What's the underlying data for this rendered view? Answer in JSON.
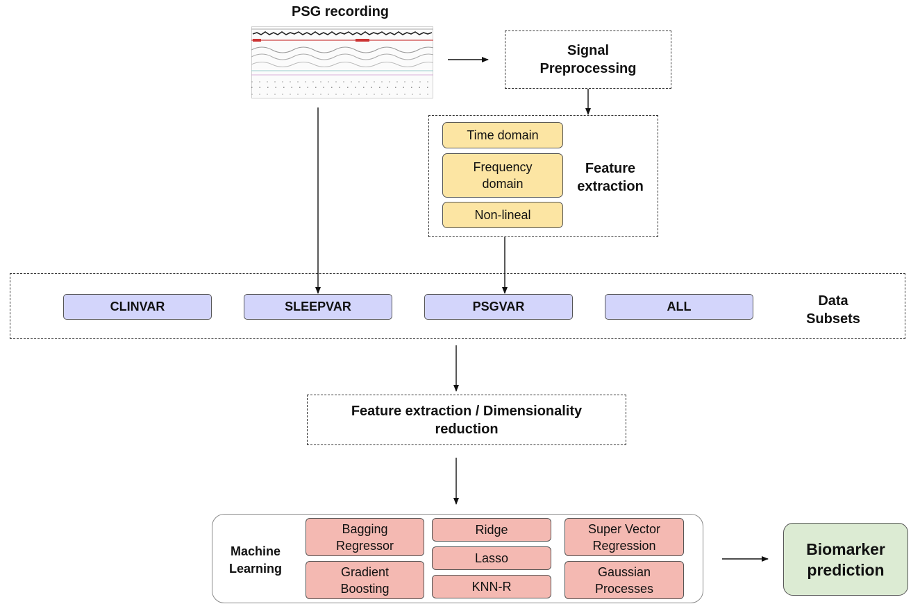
{
  "psg": {
    "title": "PSG recording"
  },
  "preprocessing": {
    "label_line1": "Signal",
    "label_line2": "Preprocessing"
  },
  "feature_extraction": {
    "label_line1": "Feature",
    "label_line2": "extraction",
    "items": [
      {
        "line1": "Time domain",
        "line2": ""
      },
      {
        "line1": "Frequency",
        "line2": "domain"
      },
      {
        "line1": "Non-lineal",
        "line2": ""
      }
    ]
  },
  "data_subsets": {
    "label_line1": "Data",
    "label_line2": "Subsets",
    "items": [
      "CLINVAR",
      "SLEEPVAR",
      "PSGVAR",
      "ALL"
    ]
  },
  "dim_reduction": {
    "label_line1": "Feature extraction / Dimensionality",
    "label_line2": "reduction"
  },
  "machine_learning": {
    "label_line1": "Machine",
    "label_line2": "Learning",
    "models": {
      "bagging": {
        "line1": "Bagging",
        "line2": "Regressor"
      },
      "gradient": {
        "line1": "Gradient",
        "line2": "Boosting"
      },
      "ridge": "Ridge",
      "lasso": "Lasso",
      "knn": "KNN-R",
      "svr": {
        "line1": "Super Vector",
        "line2": "Regression"
      },
      "gp": {
        "line1": "Gaussian",
        "line2": "Processes"
      }
    }
  },
  "output": {
    "line1": "Biomarker",
    "line2": "prediction"
  },
  "colors": {
    "feature_box": "#fce5a3",
    "subset_box": "#d3d5fb",
    "model_box": "#f4b9b2",
    "output_box": "#dcebd3"
  }
}
